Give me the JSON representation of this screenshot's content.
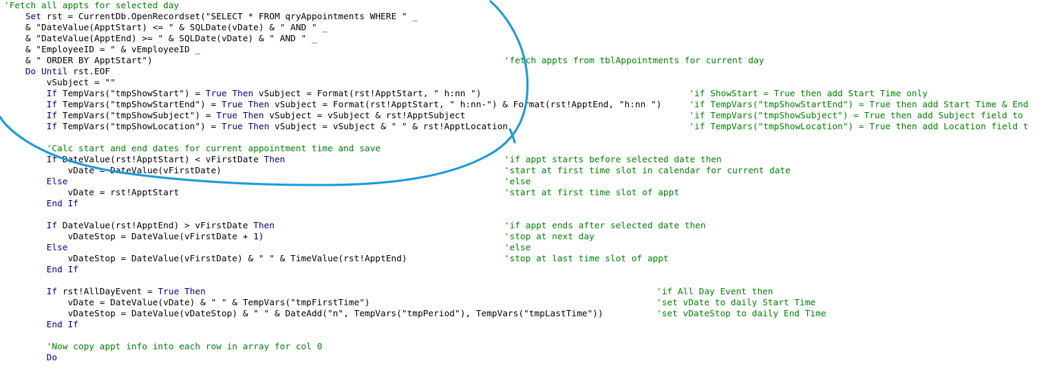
{
  "editor": {
    "name": "vba-code-editor",
    "colors": {
      "keyword": "#00008B",
      "comment": "#008000",
      "text": "#000000",
      "annotation": "#1E9BD7"
    },
    "lines": [
      {
        "indent": 0,
        "code": [
          {
            "t": "'Fetch all appts for selected day",
            "k": "cmt"
          }
        ]
      },
      {
        "indent": 1,
        "code": [
          {
            "t": "Set",
            "k": "kw"
          },
          {
            "t": " rst = CurrentDb.OpenRecordset(\"SELECT * FROM qryAppointments WHERE \" _"
          }
        ]
      },
      {
        "indent": 1,
        "code": [
          {
            "t": "& \"DateValue(ApptStart) <= \" & SQLDate(vDate) & \" AND \" _"
          }
        ]
      },
      {
        "indent": 1,
        "code": [
          {
            "t": "& \"DateValue(ApptEnd) >= \" & SQLDate(vDate) & \" AND \" _"
          }
        ]
      },
      {
        "indent": 1,
        "code": [
          {
            "t": "& \"EmployeeID = \" & vEmployeeID _"
          }
        ]
      },
      {
        "indent": 1,
        "code": [
          {
            "t": "& \" ORDER BY ApptStart\")"
          }
        ],
        "comment": "'fetch appts from tblAppointments for current day",
        "ccol": 92
      },
      {
        "indent": 1,
        "code": [
          {
            "t": "Do Until",
            "k": "kw"
          },
          {
            "t": " rst.EOF"
          }
        ]
      },
      {
        "indent": 2,
        "code": [
          {
            "t": "vSubject = \"\""
          }
        ]
      },
      {
        "indent": 2,
        "code": [
          {
            "t": "If",
            "k": "kw"
          },
          {
            "t": " TempVars(\"tmpShowStart\") = "
          },
          {
            "t": "True",
            "k": "kw"
          },
          {
            "t": " "
          },
          {
            "t": "Then",
            "k": "kw"
          },
          {
            "t": " vSubject = Format(rst!ApptStart, \" h:nn \")"
          }
        ],
        "comment": "'if ShowStart = True then add Start Time only",
        "ccol": 126
      },
      {
        "indent": 2,
        "code": [
          {
            "t": "If",
            "k": "kw"
          },
          {
            "t": " TempVars(\"tmpShowStartEnd\") = "
          },
          {
            "t": "True",
            "k": "kw"
          },
          {
            "t": " "
          },
          {
            "t": "Then",
            "k": "kw"
          },
          {
            "t": " vSubject = Format(rst!ApptStart, \" h:nn-\") & Format(rst!ApptEnd, \"h:nn \")"
          }
        ],
        "comment": "'if TempVars(\"tmpShowStartEnd\") = True then add Start Time & End",
        "ccol": 126
      },
      {
        "indent": 2,
        "code": [
          {
            "t": "If",
            "k": "kw"
          },
          {
            "t": " TempVars(\"tmpShowSubject\") = "
          },
          {
            "t": "True",
            "k": "kw"
          },
          {
            "t": " "
          },
          {
            "t": "Then",
            "k": "kw"
          },
          {
            "t": " vSubject = vSubject & rst!ApptSubject"
          }
        ],
        "comment": "'if TempVars(\"tmpShowSubject\") = True then add Subject field to",
        "ccol": 126
      },
      {
        "indent": 2,
        "code": [
          {
            "t": "If",
            "k": "kw"
          },
          {
            "t": " TempVars(\"tmpShowLocation\") = "
          },
          {
            "t": "True",
            "k": "kw"
          },
          {
            "t": " "
          },
          {
            "t": "Then",
            "k": "kw"
          },
          {
            "t": " vSubject = vSubject & \" \" & rst!ApptLocation"
          }
        ],
        "comment": "'if TempVars(\"tmpShowLocation\") = True then add Location field t",
        "ccol": 126
      },
      {
        "indent": 0,
        "code": []
      },
      {
        "indent": 2,
        "code": [
          {
            "t": "'Calc start and end dates for current appointment time and save",
            "k": "cmt"
          }
        ]
      },
      {
        "indent": 2,
        "code": [
          {
            "t": "If",
            "k": "kw"
          },
          {
            "t": " DateValue(rst!ApptStart) < vFirstDate "
          },
          {
            "t": "Then",
            "k": "kw"
          }
        ],
        "comment": "'if appt starts before selected date then",
        "ccol": 92
      },
      {
        "indent": 3,
        "code": [
          {
            "t": "vDate = DateValue(vFirstDate)"
          }
        ],
        "comment": "'start at first time slot in calendar for current date",
        "ccol": 92
      },
      {
        "indent": 2,
        "code": [
          {
            "t": "Else",
            "k": "kw"
          }
        ],
        "comment": "'else",
        "ccol": 92
      },
      {
        "indent": 3,
        "code": [
          {
            "t": "vDate = rst!ApptStart"
          }
        ],
        "comment": "'start at first time slot of appt",
        "ccol": 92
      },
      {
        "indent": 2,
        "code": [
          {
            "t": "End If",
            "k": "kw"
          }
        ]
      },
      {
        "indent": 0,
        "code": []
      },
      {
        "indent": 2,
        "code": [
          {
            "t": "If",
            "k": "kw"
          },
          {
            "t": " DateValue(rst!ApptEnd) > vFirstDate "
          },
          {
            "t": "Then",
            "k": "kw"
          }
        ],
        "comment": "'if appt ends after selected date then",
        "ccol": 92
      },
      {
        "indent": 3,
        "code": [
          {
            "t": "vDateStop = DateValue(vFirstDate + 1)"
          }
        ],
        "comment": "'stop at next day",
        "ccol": 92
      },
      {
        "indent": 2,
        "code": [
          {
            "t": "Else",
            "k": "kw"
          }
        ],
        "comment": "'else",
        "ccol": 92
      },
      {
        "indent": 3,
        "code": [
          {
            "t": "vDateStop = DateValue(vFirstDate) & \" \" & TimeValue(rst!ApptEnd)"
          }
        ],
        "comment": "'stop at last time slot of appt",
        "ccol": 92
      },
      {
        "indent": 2,
        "code": [
          {
            "t": "End If",
            "k": "kw"
          }
        ]
      },
      {
        "indent": 0,
        "code": []
      },
      {
        "indent": 2,
        "code": [
          {
            "t": "If",
            "k": "kw"
          },
          {
            "t": " rst!AllDayEvent = "
          },
          {
            "t": "True",
            "k": "kw"
          },
          {
            "t": " "
          },
          {
            "t": "Then",
            "k": "kw"
          }
        ],
        "comment": "'if All Day Event then",
        "ccol": 120
      },
      {
        "indent": 3,
        "code": [
          {
            "t": "vDate = DateValue(vDate) & \" \" & TempVars(\"tmpFirstTime\")"
          }
        ],
        "comment": "'set vDate to daily Start Time",
        "ccol": 120
      },
      {
        "indent": 3,
        "code": [
          {
            "t": "vDateStop = DateValue(vDateStop) & \" \" & DateAdd(\"n\", TempVars(\"tmpPeriod\"), TempVars(\"tmpLastTime\"))"
          }
        ],
        "comment": "'set vDateStop to daily End Time",
        "ccol": 120
      },
      {
        "indent": 2,
        "code": [
          {
            "t": "End If",
            "k": "kw"
          }
        ]
      },
      {
        "indent": 0,
        "code": []
      },
      {
        "indent": 2,
        "code": [
          {
            "t": "'Now copy appt info into each row in array for col 0",
            "k": "cmt"
          }
        ]
      },
      {
        "indent": 2,
        "code": [
          {
            "t": "Do",
            "k": "kw"
          }
        ]
      }
    ]
  }
}
